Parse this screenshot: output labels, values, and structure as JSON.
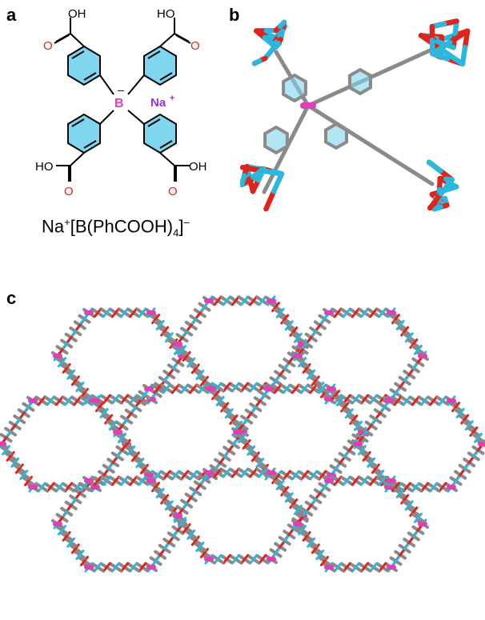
{
  "panels": {
    "a": "a",
    "b": "b",
    "c": "c"
  },
  "structure_a": {
    "acid_groups": [
      {
        "o_top": "OH",
        "o_side": "O"
      },
      {
        "o_top": "HO",
        "o_side": "O"
      },
      {
        "o_top": "HO",
        "o_side": "O"
      },
      {
        "o_top": "OH",
        "o_side": "O"
      }
    ],
    "center_atom": "B",
    "center_charge": "–",
    "counter_ion": "Na",
    "counter_ion_charge": "+"
  },
  "formula": {
    "cation": "Na",
    "cation_charge": "+",
    "bracket_open": "[B(PhCOOH)",
    "subscript": "4",
    "bracket_close": "]",
    "anion_charge": "–"
  },
  "colors": {
    "oxygen": "#e0241b",
    "boron": "#e03fb5",
    "sodium": "#9b30e0",
    "ring_fill": "#7fd6ee",
    "cluster_metal": "#2cb7dd",
    "carbon": "#8a8a8a",
    "hydrogen": "#f0f0f0"
  }
}
